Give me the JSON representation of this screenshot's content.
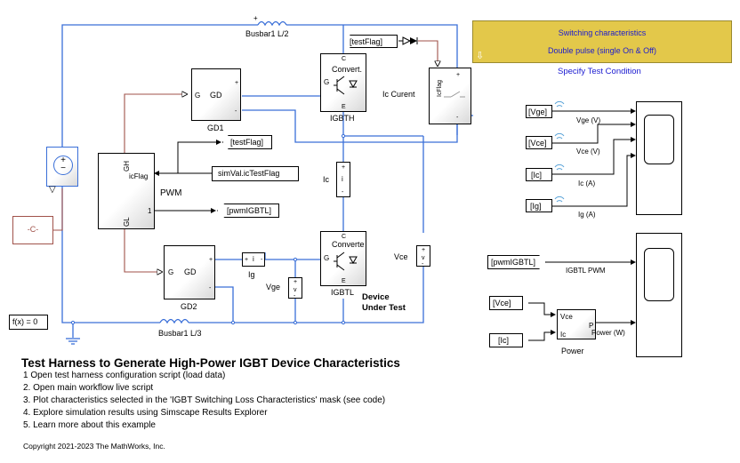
{
  "banner": {
    "line1": "Switching characteristics",
    "line2": "Double pulse (single On & Off)",
    "specify": "Specify Test Condition"
  },
  "blocks": {
    "busbar_top": "Busbar1 L/2",
    "busbar_bottom": "Busbar1 L/3",
    "testflag_top": "[testFlag]",
    "testflag_left": "[testFlag]",
    "simval": "simVal.icTestFlag",
    "pwm_goto": "[pwmIGBTL]",
    "gd_label": "GD",
    "gd1_name": "GD1",
    "gd2_name": "GD2",
    "igbth_text": "Convert.",
    "igbth_name": "IGBTH",
    "igbtl_text": "Converte",
    "igbtl_name": "IGBTL",
    "ic_current": "Ic Curent",
    "icflag_port": "IcFlag",
    "pwm_name": "PWM",
    "pwm_gh": "GH",
    "pwm_gl": "GL",
    "pwm_icflag": "icFlag",
    "pwm_one": "1",
    "ic_label": "Ic",
    "ig_label": "Ig",
    "vge_label": "Vge",
    "vce_label": "Vce",
    "dut_line1": "Device",
    "dut_line2": "Under Test",
    "const_c": "-C-",
    "fx": "f(x) = 0",
    "g_port": "G",
    "e_port": "E",
    "c_port": "C"
  },
  "scope_signals": [
    {
      "tag": "[Vge]",
      "label": "Vge (V)"
    },
    {
      "tag": "[Vce]",
      "label": "Vce (V)"
    },
    {
      "tag": "[Ic]",
      "label": "Ic (A)"
    },
    {
      "tag": "[Ig]",
      "label": "Ig (A)"
    }
  ],
  "pwm_scope": {
    "tag": "[pwmIGBTL]",
    "label": "IGBTL PWM"
  },
  "power": {
    "vce_tag": "[Vce]",
    "ic_tag": "[Ic]",
    "in1": "Vce",
    "in2": "Ic",
    "out": "P",
    "out_label": "Power (W)",
    "name": "Power"
  },
  "footer": {
    "title": "Test Harness to Generate High-Power IGBT Device Characteristics",
    "links": [
      "1  Open  test harness configuration script (load data)",
      "2. Open main workflow live script",
      "3. Plot characteristics selected in the 'IGBT Switching Loss Characteristics' mask (see code)",
      "4. Explore simulation results using Simscape Results Explorer",
      "5. Learn more about this example"
    ],
    "copyright": "Copyright 2021-2023 The MathWorks, Inc."
  },
  "colors": {
    "wire_physical": "#3a6fd8",
    "wire_signal": "#000000",
    "wire_control": "#a0524a",
    "banner_bg": "#e3c84a",
    "banner_text": "#1a1ad0"
  }
}
